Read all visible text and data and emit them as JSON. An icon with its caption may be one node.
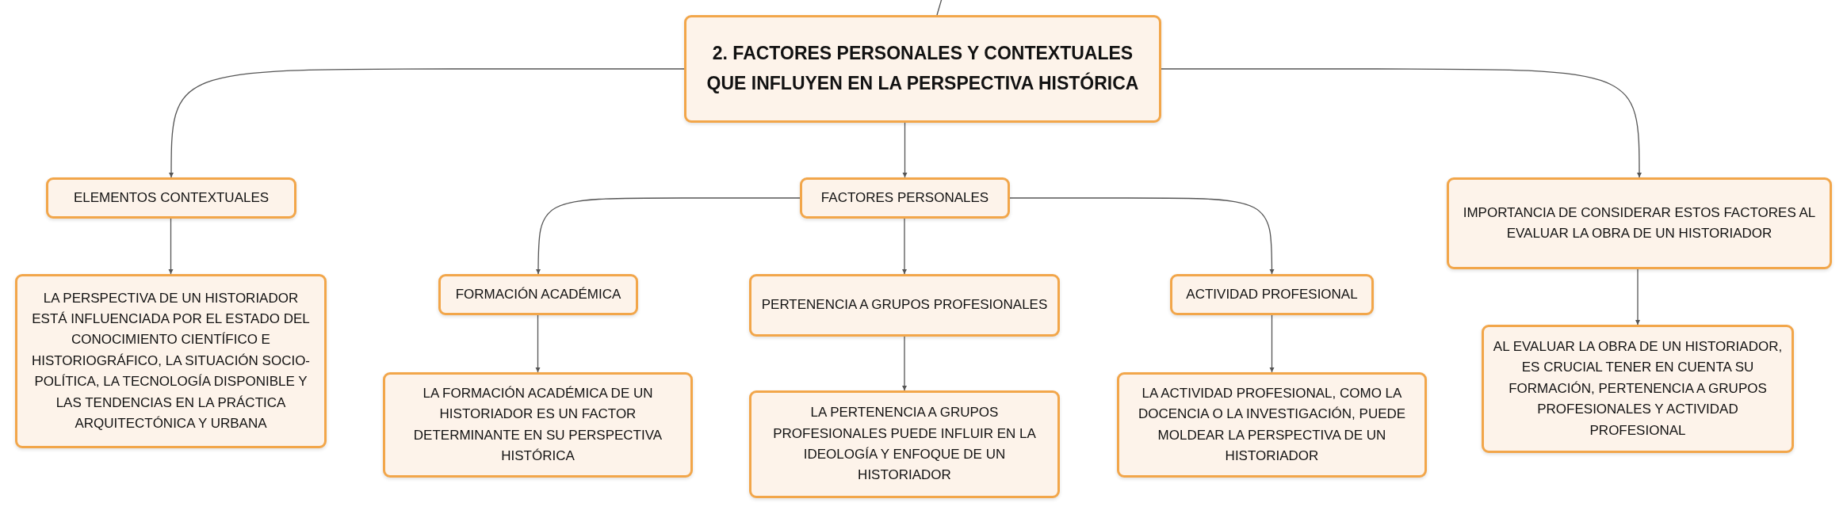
{
  "diagram": {
    "nodes": [
      {
        "text": [
          "2. FACTORES PERSONALES Y CONTEXTUALES QUE INFLUYEN EN LA PERSPECTIVA HISTÓRICA"
        ]
      },
      {
        "text": [
          "ELEMENTOS CONTEXTUALES"
        ]
      },
      {
        "text": [
          "FACTORES PERSONALES"
        ]
      },
      {
        "text": [
          "IMPORTANCIA DE CONSIDERAR ESTOS FACTORES AL EVALUAR LA OBRA DE UN HISTORIADOR"
        ]
      },
      {
        "text": [
          "LA PERSPECTIVA DE UN HISTORIADOR ESTÁ INFLUENCIADA POR EL ESTADO DEL CONOCIMIENTO CIENTÍFICO E HISTORIOGRÁFICO, LA SITUACIÓN SOCIO-POLÍTICA, LA TECNOLOGÍA DISPONIBLE Y LAS TENDENCIAS EN LA PRÁCTICA ARQUITECTÓNICA Y URBANA"
        ]
      },
      {
        "text": [
          "FORMACIÓN ACADÉMICA"
        ]
      },
      {
        "text": [
          "PERTENENCIA A GRUPOS PROFESIONALES"
        ]
      },
      {
        "text": [
          "ACTIVIDAD PROFESIONAL"
        ]
      },
      {
        "text": [
          "LA FORMACIÓN ACADÉMICA DE UN HISTORIADOR ES UN FACTOR DETERMINANTE EN SU PERSPECTIVA HISTÓRICA"
        ]
      },
      {
        "text": [
          "LA PERTENENCIA A GRUPOS PROFESIONALES PUEDE INFLUIR EN LA IDEOLOGÍA Y ENFOQUE DE UN HISTORIADOR"
        ]
      },
      {
        "text": [
          "LA ACTIVIDAD PROFESIONAL, COMO LA DOCENCIA O LA INVESTIGACIÓN, PUEDE MOLDEAR LA PERSPECTIVA DE UN HISTORIADOR"
        ]
      },
      {
        "text": [
          "AL EVALUAR LA OBRA DE UN HISTORIADOR, ES CRUCIAL TENER EN CUENTA SU FORMACIÓN, PERTENENCIA A GRUPOS PROFESIONALES Y ACTIVIDAD PROFESIONAL"
        ]
      }
    ],
    "edges": [
      {
        "from": null,
        "to": 0,
        "arrow": "none"
      },
      {
        "from": 0,
        "to": 1,
        "arrow": "to"
      },
      {
        "from": 0,
        "to": 2,
        "arrow": "to"
      },
      {
        "from": 0,
        "to": 3,
        "arrow": "to"
      },
      {
        "from": 1,
        "to": 4,
        "arrow": "to"
      },
      {
        "from": 2,
        "to": 5,
        "arrow": "to"
      },
      {
        "from": 2,
        "to": 6,
        "arrow": "to"
      },
      {
        "from": 2,
        "to": 7,
        "arrow": "to"
      },
      {
        "from": 5,
        "to": 8,
        "arrow": "to"
      },
      {
        "from": 6,
        "to": 9,
        "arrow": "to"
      },
      {
        "from": 7,
        "to": 10,
        "arrow": "to"
      },
      {
        "from": 3,
        "to": 11,
        "arrow": "to"
      }
    ]
  }
}
